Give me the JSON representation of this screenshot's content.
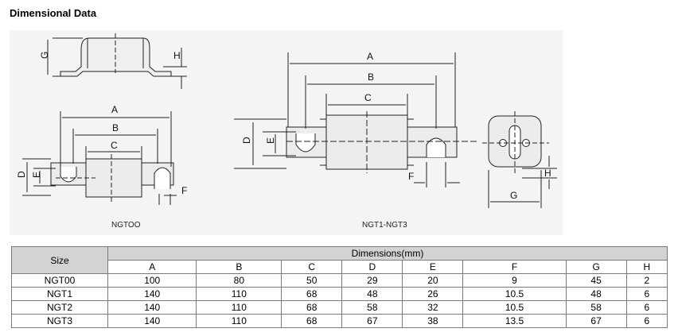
{
  "heading": "Dimensional Data",
  "figures": {
    "ngt00_caption": "NGTOO",
    "ngt13_caption": "NGT1-NGT3",
    "dim_labels": [
      "A",
      "B",
      "C",
      "D",
      "E",
      "F",
      "G",
      "H"
    ]
  },
  "table": {
    "size_header": "Size",
    "group_header": "Dimensions(mm)",
    "columns": [
      "A",
      "B",
      "C",
      "D",
      "E",
      "F",
      "G",
      "H"
    ],
    "rows": [
      {
        "size": "NGT00",
        "values": [
          "100",
          "80",
          "50",
          "29",
          "20",
          "9",
          "45",
          "2"
        ]
      },
      {
        "size": "NGT1",
        "values": [
          "140",
          "110",
          "68",
          "48",
          "26",
          "10.5",
          "48",
          "6"
        ]
      },
      {
        "size": "NGT2",
        "values": [
          "140",
          "110",
          "68",
          "58",
          "32",
          "10.5",
          "58",
          "6"
        ]
      },
      {
        "size": "NGT3",
        "values": [
          "140",
          "110",
          "68",
          "67",
          "38",
          "13.5",
          "67",
          "6"
        ]
      }
    ]
  }
}
